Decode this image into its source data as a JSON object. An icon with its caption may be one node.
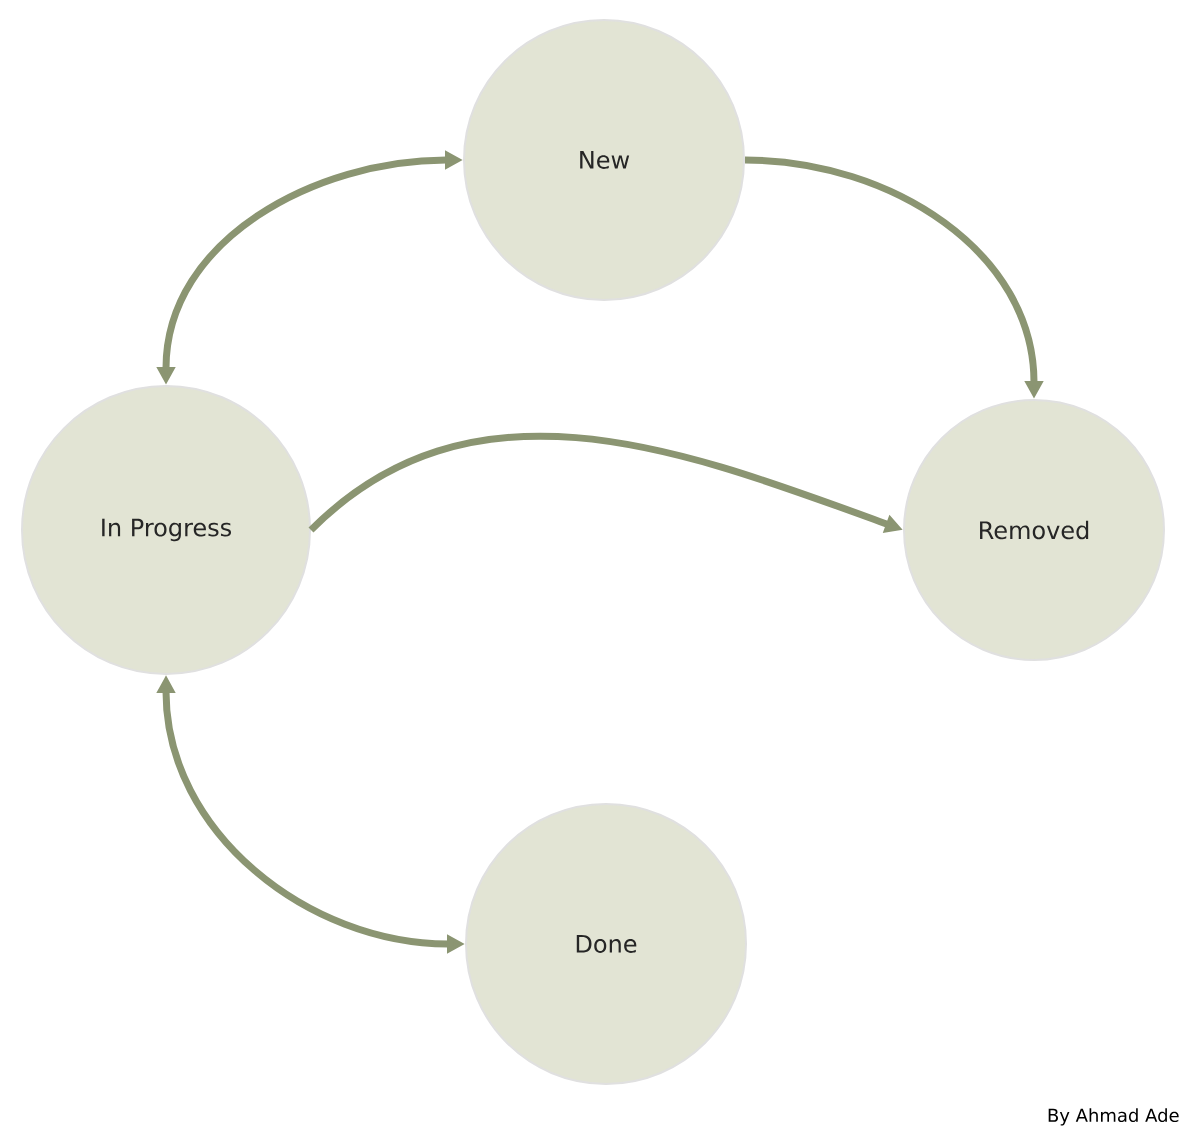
{
  "diagram": {
    "nodes": [
      {
        "text": [
          "New"
        ]
      },
      {
        "text": [
          "In Progress"
        ]
      },
      {
        "text": [
          "Removed"
        ]
      },
      {
        "text": [
          "Done"
        ]
      }
    ],
    "edges": [
      {
        "from": 1,
        "to": 0,
        "arrow": "both"
      },
      {
        "from": 0,
        "to": 2,
        "arrow": "to"
      },
      {
        "from": 1,
        "to": 2,
        "arrow": "to"
      },
      {
        "from": 1,
        "to": 3,
        "arrow": "both"
      }
    ],
    "labels": [
      "By Ahmad Ade"
    ]
  }
}
